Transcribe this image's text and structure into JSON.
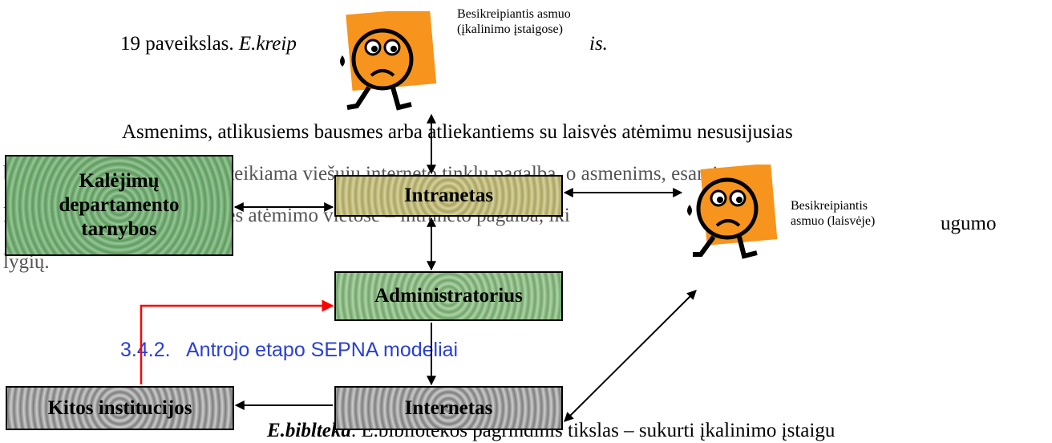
{
  "document": {
    "caption_prefix": "19 paveikslas.",
    "caption_italic": "E.kreip",
    "caption_tail": "is.",
    "para1_line1": "Asmenims, atlikusiems bausmes arba atliekantiems su laisvės atėmimu nesusijusias",
    "para1_line2": "bausmes, paslauga gali būti teikiama viešųjų interneto tinklų pagalba, o asmenims, esantiems",
    "para1_line3": "kardomojo kalinimo ir laisvės atėmimo vietose – intraneto pagalba, iki",
    "para1_line3_tail": "ugumo",
    "para1_line4": "lygių.",
    "section_heading": "3.4.2.   Antrojo etapo SEPNA modeliai",
    "bottom_italic": "E.bibl",
    "bottom_italic2": "teka",
    "bottom_text": ". E.bibliotekos pagrindinis tikslas – sukurti įkalinimo įstaigu",
    "bullet": "•"
  },
  "diagram": {
    "person_top_label": "Besikreipiantis asmuo (įkalinimo įstaigose)",
    "person_right_label": "Besikreipiantis asmuo (laisvėje)",
    "box_kalejimu": "Kalėjimų departamento tarnybos",
    "box_intranetas": "Intranetas",
    "box_administratorius": "Administratorius",
    "box_kitos": "Kitos institucijos",
    "box_internetas": "Internetas"
  },
  "colors": {
    "heading": "#2a3fd6",
    "red_arrow": "#ff0000",
    "person_bg": "#f7941d"
  }
}
